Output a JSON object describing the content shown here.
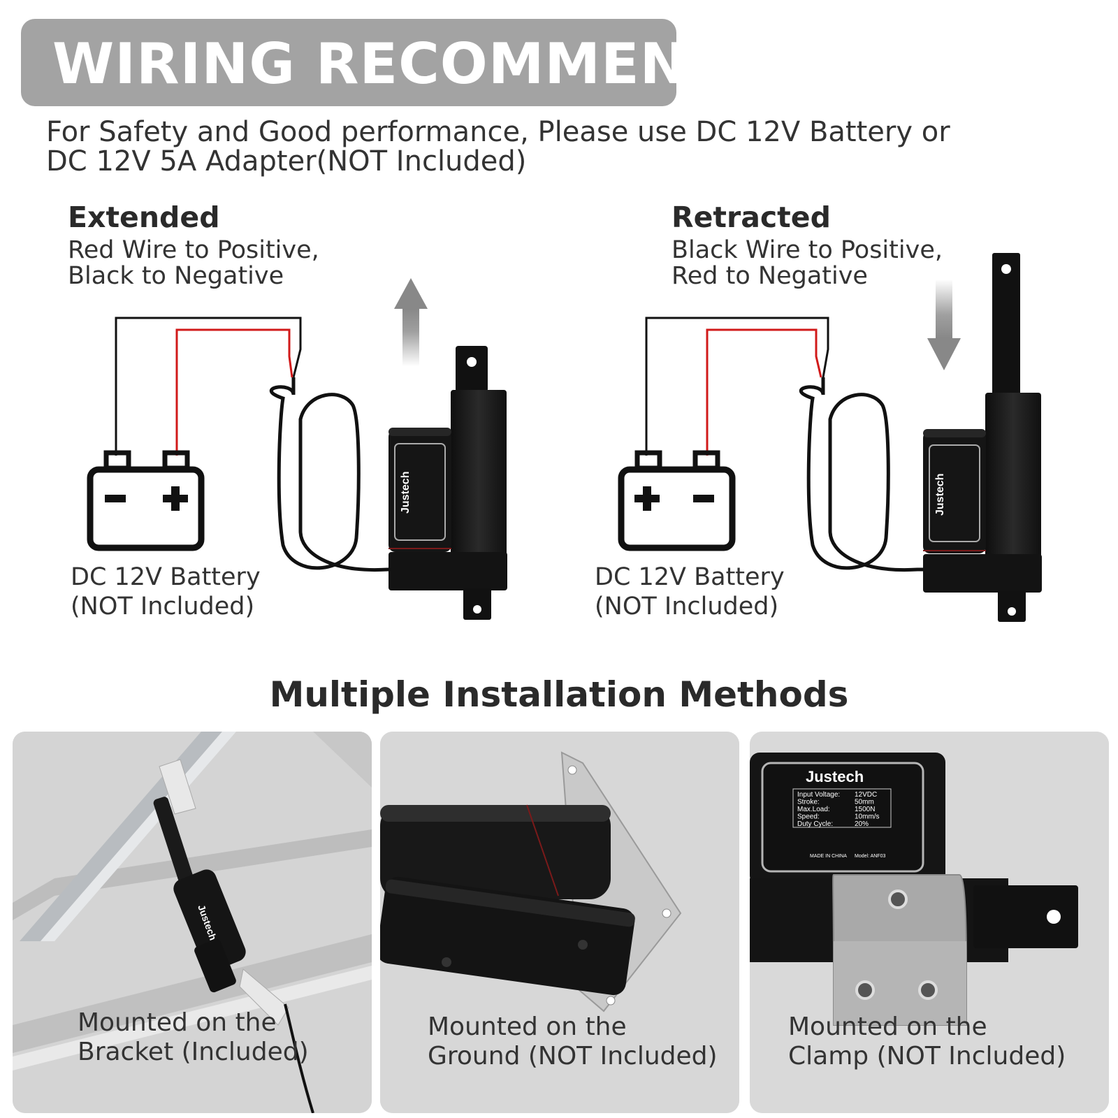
{
  "header": {
    "title": "WIRING RECOMMEND",
    "intro_line1": "For Safety and Good performance, Please use DC 12V Battery or",
    "intro_line2": "DC 12V 5A Adapter(NOT Included)"
  },
  "extended": {
    "title": "Extended",
    "desc_line1": "Red Wire to Positive,",
    "desc_line2": "Black to Negative",
    "battery_line1": "DC 12V Battery",
    "battery_line2": "(NOT Included)"
  },
  "retracted": {
    "title": "Retracted",
    "desc_line1": "Black Wire to Positive,",
    "desc_line2": "Red to Negative",
    "battery_line1": "DC 12V Battery",
    "battery_line2": "(NOT Included)"
  },
  "actuator_label": {
    "brand": "Justech",
    "rows": [
      [
        "Input Voltage:",
        "12VDC"
      ],
      [
        "Stroke:",
        "50mm"
      ],
      [
        "Max.Load:",
        "1500N"
      ],
      [
        "Speed:",
        "10mm/s"
      ],
      [
        "Duty Cycle:",
        "20%"
      ]
    ],
    "made_in": "MADE IN CHINA",
    "model": "Model: ANF03"
  },
  "installation": {
    "title": "Multiple Installation Methods",
    "panels": [
      {
        "line1": "Mounted on the",
        "line2": "Bracket (Included)"
      },
      {
        "line1": "Mounted on the",
        "line2": "Ground (NOT Included)"
      },
      {
        "line1": "Mounted on the",
        "line2": "Clamp (NOT Included)"
      }
    ]
  },
  "colors": {
    "banner": "#a3a3a3",
    "wire_red": "#d11a1a",
    "wire_black": "#111111",
    "panel_bg": "#dcdcdc",
    "actuator": "#1b1b1b"
  },
  "icons": [
    "arrow-up-icon",
    "arrow-down-icon",
    "battery-icon",
    "minus-icon",
    "plus-icon"
  ]
}
